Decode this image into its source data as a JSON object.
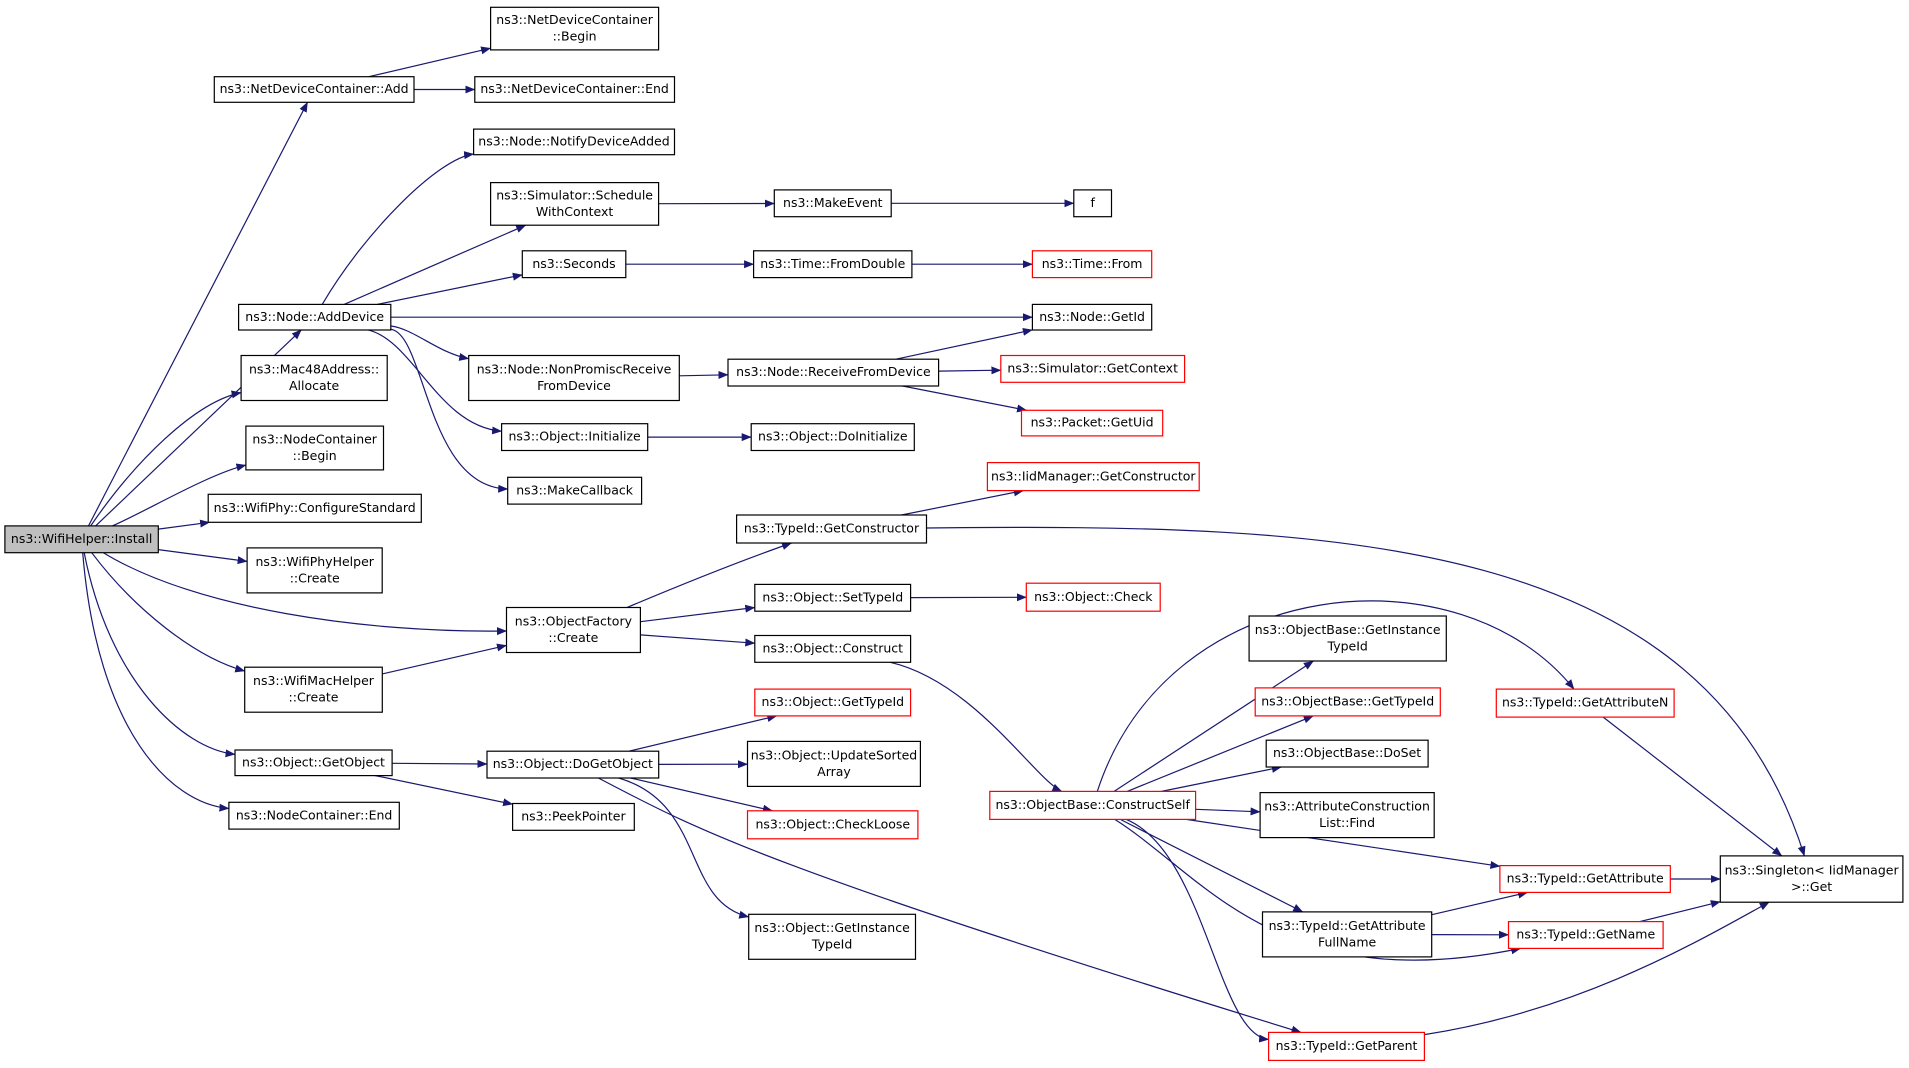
{
  "colors": {
    "edge": "#191970",
    "box_border": "#000000",
    "box_border_truncated": "#ff0000",
    "root_fill": "#bfbfbf",
    "box_fill": "#ffffff"
  },
  "nodes": [
    {
      "id": "install",
      "lines": [
        "ns3::WifiHelper::Install"
      ],
      "style": "root"
    },
    {
      "id": "ndc_add",
      "lines": [
        "ns3::NetDeviceContainer::Add"
      ],
      "style": "normal"
    },
    {
      "id": "ndc_begin",
      "lines": [
        "ns3::NetDeviceContainer",
        "::Begin"
      ],
      "style": "normal"
    },
    {
      "id": "ndc_end",
      "lines": [
        "ns3::NetDeviceContainer::End"
      ],
      "style": "normal"
    },
    {
      "id": "node_notify",
      "lines": [
        "ns3::Node::NotifyDeviceAdded"
      ],
      "style": "normal"
    },
    {
      "id": "sim_schedule",
      "lines": [
        "ns3::Simulator::Schedule",
        "WithContext"
      ],
      "style": "normal"
    },
    {
      "id": "make_event",
      "lines": [
        "ns3::MakeEvent"
      ],
      "style": "normal"
    },
    {
      "id": "f",
      "lines": [
        "f"
      ],
      "style": "normal"
    },
    {
      "id": "seconds",
      "lines": [
        "ns3::Seconds"
      ],
      "style": "normal"
    },
    {
      "id": "time_fromdouble",
      "lines": [
        "ns3::Time::FromDouble"
      ],
      "style": "normal"
    },
    {
      "id": "time_from",
      "lines": [
        "ns3::Time::From"
      ],
      "style": "truncated"
    },
    {
      "id": "node_adddevice",
      "lines": [
        "ns3::Node::AddDevice"
      ],
      "style": "normal"
    },
    {
      "id": "node_getid",
      "lines": [
        "ns3::Node::GetId"
      ],
      "style": "normal"
    },
    {
      "id": "mac48_alloc",
      "lines": [
        "ns3::Mac48Address::",
        "Allocate"
      ],
      "style": "normal"
    },
    {
      "id": "node_nonpromisc",
      "lines": [
        "ns3::Node::NonPromiscReceive",
        "FromDevice"
      ],
      "style": "normal"
    },
    {
      "id": "node_recvfromdev",
      "lines": [
        "ns3::Node::ReceiveFromDevice"
      ],
      "style": "normal"
    },
    {
      "id": "sim_getcontext",
      "lines": [
        "ns3::Simulator::GetContext"
      ],
      "style": "truncated"
    },
    {
      "id": "packet_getuid",
      "lines": [
        "ns3::Packet::GetUid"
      ],
      "style": "truncated"
    },
    {
      "id": "nc_begin",
      "lines": [
        "ns3::NodeContainer",
        "::Begin"
      ],
      "style": "normal"
    },
    {
      "id": "obj_initialize",
      "lines": [
        "ns3::Object::Initialize"
      ],
      "style": "normal"
    },
    {
      "id": "obj_doinitialize",
      "lines": [
        "ns3::Object::DoInitialize"
      ],
      "style": "normal"
    },
    {
      "id": "make_callback",
      "lines": [
        "ns3::MakeCallback"
      ],
      "style": "normal"
    },
    {
      "id": "wifiphy_config",
      "lines": [
        "ns3::WifiPhy::ConfigureStandard"
      ],
      "style": "normal"
    },
    {
      "id": "iid_getctor",
      "lines": [
        "ns3::IidManager::GetConstructor"
      ],
      "style": "truncated"
    },
    {
      "id": "typeid_getctor",
      "lines": [
        "ns3::TypeId::GetConstructor"
      ],
      "style": "normal"
    },
    {
      "id": "wifiphyhelper_create",
      "lines": [
        "ns3::WifiPhyHelper",
        "::Create"
      ],
      "style": "normal"
    },
    {
      "id": "obj_settypeid",
      "lines": [
        "ns3::Object::SetTypeId"
      ],
      "style": "normal"
    },
    {
      "id": "obj_check",
      "lines": [
        "ns3::Object::Check"
      ],
      "style": "truncated"
    },
    {
      "id": "objfactory_create",
      "lines": [
        "ns3::ObjectFactory",
        "::Create"
      ],
      "style": "normal"
    },
    {
      "id": "obj_construct",
      "lines": [
        "ns3::Object::Construct"
      ],
      "style": "normal"
    },
    {
      "id": "objbase_getinsttypeid",
      "lines": [
        "ns3::ObjectBase::GetInstance",
        "TypeId"
      ],
      "style": "normal"
    },
    {
      "id": "wifimachelper_create",
      "lines": [
        "ns3::WifiMacHelper",
        "::Create"
      ],
      "style": "normal"
    },
    {
      "id": "obj_gettypeid",
      "lines": [
        "ns3::Object::GetTypeId"
      ],
      "style": "truncated"
    },
    {
      "id": "objbase_gettypeid",
      "lines": [
        "ns3::ObjectBase::GetTypeId"
      ],
      "style": "truncated"
    },
    {
      "id": "typeid_getattributen",
      "lines": [
        "ns3::TypeId::GetAttributeN"
      ],
      "style": "truncated"
    },
    {
      "id": "obj_getobject",
      "lines": [
        "ns3::Object::GetObject"
      ],
      "style": "normal"
    },
    {
      "id": "obj_dogetobject",
      "lines": [
        "ns3::Object::DoGetObject"
      ],
      "style": "normal"
    },
    {
      "id": "obj_updatesorted",
      "lines": [
        "ns3::Object::UpdateSorted",
        "Array"
      ],
      "style": "normal"
    },
    {
      "id": "objbase_doset",
      "lines": [
        "ns3::ObjectBase::DoSet"
      ],
      "style": "normal"
    },
    {
      "id": "objbase_constructself",
      "lines": [
        "ns3::ObjectBase::ConstructSelf"
      ],
      "style": "truncated"
    },
    {
      "id": "attrconst_find",
      "lines": [
        "ns3::AttributeConstruction",
        "List::Find"
      ],
      "style": "normal"
    },
    {
      "id": "nc_end",
      "lines": [
        "ns3::NodeContainer::End"
      ],
      "style": "normal"
    },
    {
      "id": "peekpointer",
      "lines": [
        "ns3::PeekPointer"
      ],
      "style": "normal"
    },
    {
      "id": "obj_checkloose",
      "lines": [
        "ns3::Object::CheckLoose"
      ],
      "style": "truncated"
    },
    {
      "id": "typeid_getattribute",
      "lines": [
        "ns3::TypeId::GetAttribute"
      ],
      "style": "truncated"
    },
    {
      "id": "singleton_get",
      "lines": [
        "ns3::Singleton< IidManager",
        ">::Get"
      ],
      "style": "normal"
    },
    {
      "id": "typeid_getattrfullname",
      "lines": [
        "ns3::TypeId::GetAttribute",
        "FullName"
      ],
      "style": "normal"
    },
    {
      "id": "typeid_getname",
      "lines": [
        "ns3::TypeId::GetName"
      ],
      "style": "truncated"
    },
    {
      "id": "obj_getinsttypeid",
      "lines": [
        "ns3::Object::GetInstance",
        "TypeId"
      ],
      "style": "normal"
    },
    {
      "id": "typeid_getparent",
      "lines": [
        "ns3::TypeId::GetParent"
      ],
      "style": "truncated"
    }
  ],
  "edges": [
    [
      "install",
      "ndc_add"
    ],
    [
      "install",
      "node_adddevice"
    ],
    [
      "install",
      "mac48_alloc"
    ],
    [
      "install",
      "nc_begin"
    ],
    [
      "install",
      "wifiphy_config"
    ],
    [
      "install",
      "wifiphyhelper_create"
    ],
    [
      "install",
      "objfactory_create"
    ],
    [
      "install",
      "wifimachelper_create"
    ],
    [
      "install",
      "obj_getobject"
    ],
    [
      "install",
      "nc_end"
    ],
    [
      "ndc_add",
      "ndc_begin"
    ],
    [
      "ndc_add",
      "ndc_end"
    ],
    [
      "node_adddevice",
      "node_notify"
    ],
    [
      "node_adddevice",
      "sim_schedule"
    ],
    [
      "node_adddevice",
      "seconds"
    ],
    [
      "node_adddevice",
      "node_getid"
    ],
    [
      "node_adddevice",
      "node_nonpromisc"
    ],
    [
      "node_adddevice",
      "obj_initialize"
    ],
    [
      "node_adddevice",
      "make_callback"
    ],
    [
      "sim_schedule",
      "make_event"
    ],
    [
      "make_event",
      "f"
    ],
    [
      "seconds",
      "time_fromdouble"
    ],
    [
      "time_fromdouble",
      "time_from"
    ],
    [
      "node_nonpromisc",
      "node_recvfromdev"
    ],
    [
      "node_recvfromdev",
      "node_getid"
    ],
    [
      "node_recvfromdev",
      "sim_getcontext"
    ],
    [
      "node_recvfromdev",
      "packet_getuid"
    ],
    [
      "obj_initialize",
      "obj_doinitialize"
    ],
    [
      "objfactory_create",
      "typeid_getctor"
    ],
    [
      "objfactory_create",
      "obj_settypeid"
    ],
    [
      "objfactory_create",
      "obj_construct"
    ],
    [
      "typeid_getctor",
      "iid_getctor"
    ],
    [
      "typeid_getctor",
      "singleton_get"
    ],
    [
      "obj_settypeid",
      "obj_check"
    ],
    [
      "obj_construct",
      "objbase_constructself"
    ],
    [
      "wifimachelper_create",
      "objfactory_create"
    ],
    [
      "obj_getobject",
      "obj_dogetobject"
    ],
    [
      "obj_getobject",
      "peekpointer"
    ],
    [
      "obj_dogetobject",
      "obj_gettypeid"
    ],
    [
      "obj_dogetobject",
      "obj_updatesorted"
    ],
    [
      "obj_dogetobject",
      "obj_checkloose"
    ],
    [
      "obj_dogetobject",
      "obj_getinsttypeid"
    ],
    [
      "obj_dogetobject",
      "typeid_getparent"
    ],
    [
      "objbase_constructself",
      "objbase_getinsttypeid"
    ],
    [
      "objbase_constructself",
      "objbase_gettypeid"
    ],
    [
      "objbase_constructself",
      "typeid_getattributen"
    ],
    [
      "objbase_constructself",
      "objbase_doset"
    ],
    [
      "objbase_constructself",
      "attrconst_find"
    ],
    [
      "objbase_constructself",
      "typeid_getattribute"
    ],
    [
      "objbase_constructself",
      "typeid_getattrfullname"
    ],
    [
      "objbase_constructself",
      "typeid_getname"
    ],
    [
      "objbase_constructself",
      "typeid_getparent"
    ],
    [
      "typeid_getattributen",
      "singleton_get"
    ],
    [
      "typeid_getattribute",
      "singleton_get"
    ],
    [
      "typeid_getattrfullname",
      "typeid_getattribute"
    ],
    [
      "typeid_getattrfullname",
      "typeid_getname"
    ],
    [
      "typeid_getname",
      "singleton_get"
    ],
    [
      "typeid_getparent",
      "singleton_get"
    ]
  ]
}
